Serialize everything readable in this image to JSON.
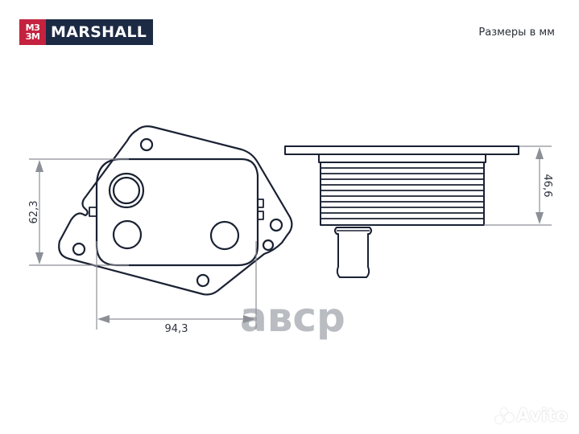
{
  "header": {
    "logo": {
      "mark_lines": [
        "МЗ",
        "ЗМ"
      ],
      "brand": "MARSHALL",
      "colors": {
        "mark_bg": "#c4223f",
        "text_bg": "#1c2a44",
        "text": "#ffffff"
      }
    },
    "units_label": "Размеры в мм"
  },
  "drawing": {
    "line_color": "#1a2133",
    "dimension_color": "#8c8f96",
    "top_view": {
      "dimensions": {
        "height_label": "62,3",
        "width_label": "94,3"
      }
    },
    "side_view": {
      "dimensions": {
        "height_label": "46,6"
      },
      "fin_count": 11
    }
  },
  "watermarks": {
    "center": "aвcp",
    "bottom_right": "Avito"
  }
}
